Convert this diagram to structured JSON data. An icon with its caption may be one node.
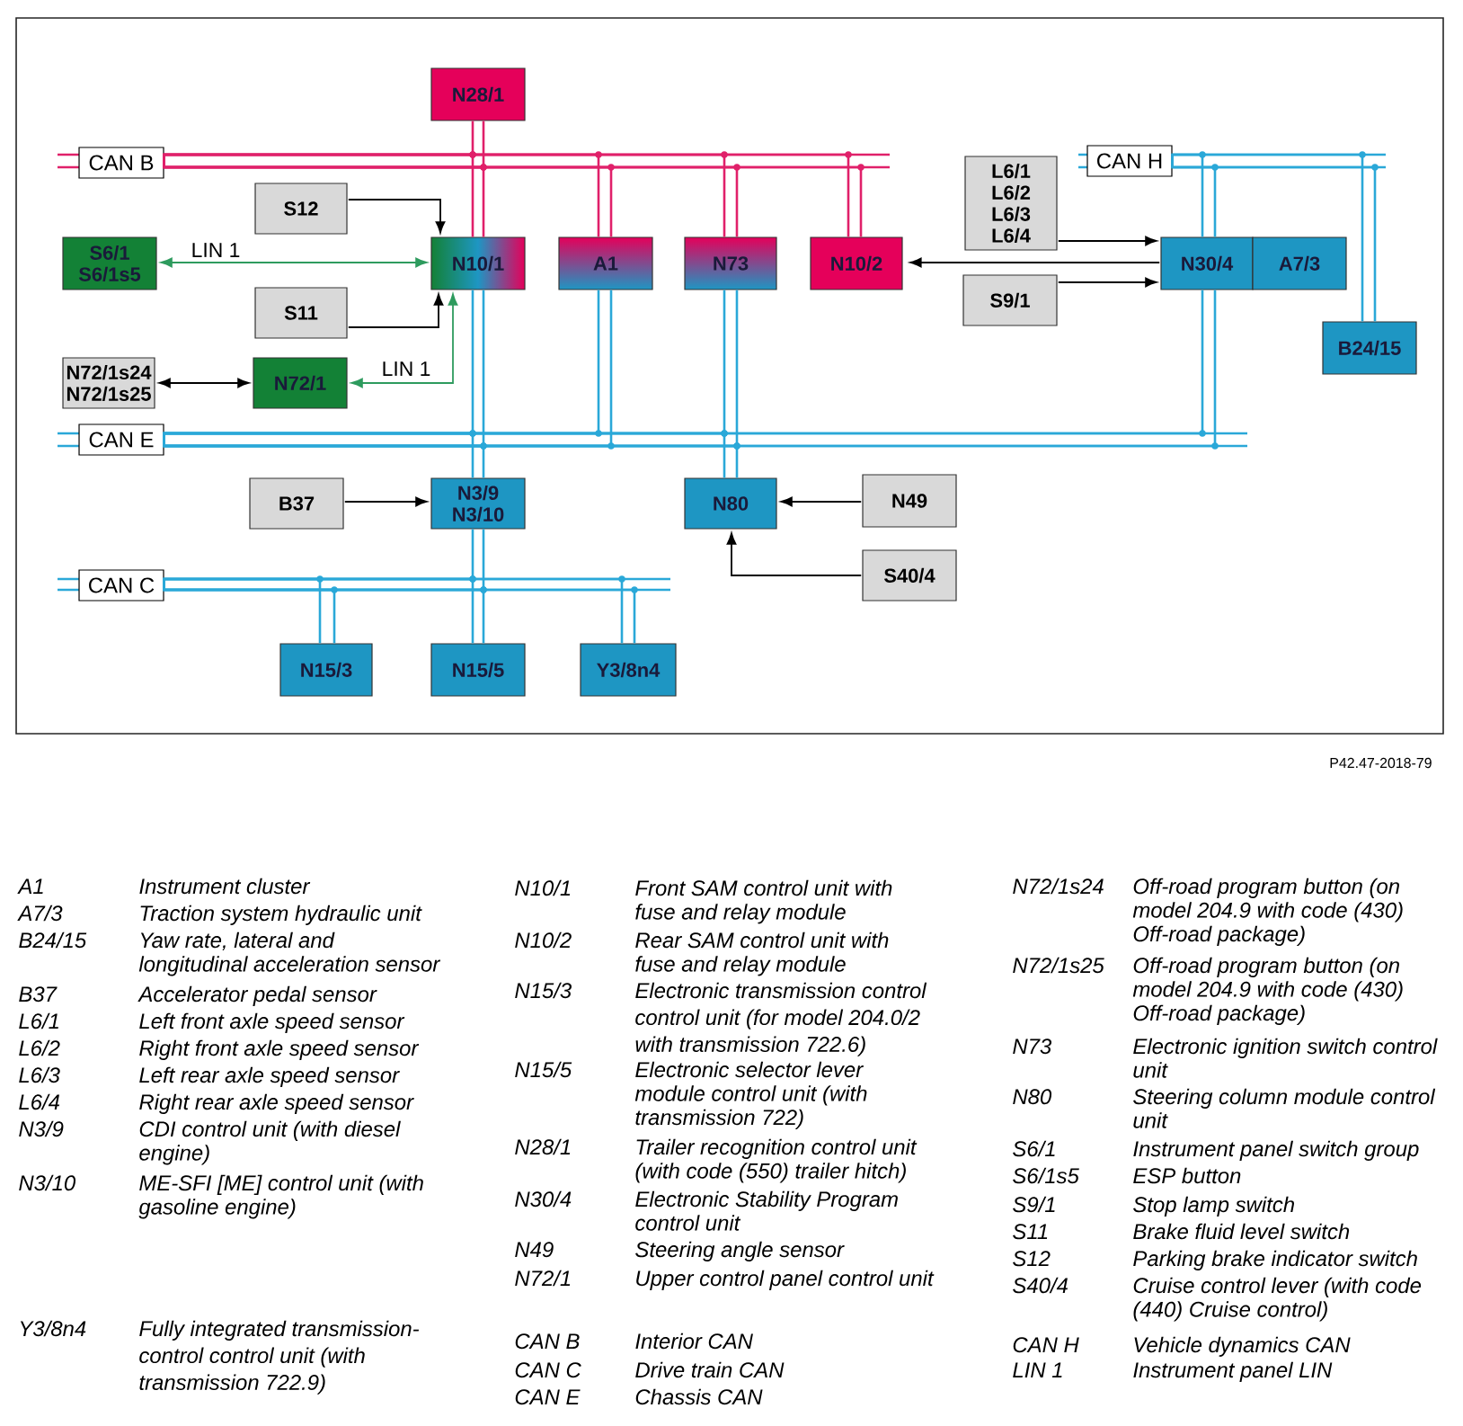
{
  "diagram": {
    "nodes": [
      {
        "text": [
          "N28/1"
        ]
      },
      {
        "text": [
          "CAN B"
        ]
      },
      {
        "text": [
          "S12"
        ]
      },
      {
        "text": [
          "S6/1",
          "S6/1s5"
        ]
      },
      {
        "text": [
          "N10/1"
        ]
      },
      {
        "text": [
          "A1"
        ]
      },
      {
        "text": [
          "N73"
        ]
      },
      {
        "text": [
          "N10/2"
        ]
      },
      {
        "text": [
          "L6/1",
          "L6/2",
          "L6/3",
          "L6/4"
        ]
      },
      {
        "text": [
          "CAN H"
        ]
      },
      {
        "text": [
          "N30/4"
        ]
      },
      {
        "text": [
          "A7/3"
        ]
      },
      {
        "text": [
          "S9/1"
        ]
      },
      {
        "text": [
          "S11"
        ]
      },
      {
        "text": [
          "B24/15"
        ]
      },
      {
        "text": [
          "N72/1s24",
          "N72/1s25"
        ]
      },
      {
        "text": [
          "N72/1"
        ]
      },
      {
        "text": [
          "CAN E"
        ]
      },
      {
        "text": [
          "B37"
        ]
      },
      {
        "text": [
          "N3/9",
          "N3/10"
        ]
      },
      {
        "text": [
          "N80"
        ]
      },
      {
        "text": [
          "N49"
        ]
      },
      {
        "text": [
          "S40/4"
        ]
      },
      {
        "text": [
          "CAN C"
        ]
      },
      {
        "text": [
          "N15/3"
        ]
      },
      {
        "text": [
          "N15/5"
        ]
      },
      {
        "text": [
          "Y3/8n4"
        ]
      }
    ],
    "edges": [
      {
        "from": 0,
        "to": 1,
        "arrow": "none",
        "color": "#e0206a"
      },
      {
        "from": 4,
        "to": 1,
        "arrow": "none",
        "color": "#e0206a"
      },
      {
        "from": 5,
        "to": 1,
        "arrow": "none",
        "color": "#e0206a"
      },
      {
        "from": 6,
        "to": 1,
        "arrow": "none",
        "color": "#e0206a"
      },
      {
        "from": 7,
        "to": 1,
        "arrow": "none",
        "color": "#e0206a"
      },
      {
        "from": 2,
        "to": 4,
        "arrow": "to",
        "color": "#000000"
      },
      {
        "from": 3,
        "to": 4,
        "arrow": "both",
        "label": "LIN 1",
        "color": "#2e9b5e"
      },
      {
        "from": 13,
        "to": 4,
        "arrow": "to",
        "color": "#000000"
      },
      {
        "from": 15,
        "to": 16,
        "arrow": "both",
        "color": "#000000"
      },
      {
        "from": 16,
        "to": 4,
        "arrow": "both",
        "label": "LIN 1",
        "color": "#2e9b5e"
      },
      {
        "from": 10,
        "to": 7,
        "arrow": "to",
        "color": "#000000"
      },
      {
        "from": 8,
        "to": 10,
        "arrow": "to",
        "color": "#000000"
      },
      {
        "from": 12,
        "to": 10,
        "arrow": "to",
        "color": "#000000"
      },
      {
        "from": 10,
        "to": 9,
        "arrow": "none"
      },
      {
        "from": 14,
        "to": 9,
        "arrow": "none"
      },
      {
        "from": 4,
        "to": 17,
        "arrow": "none"
      },
      {
        "from": 5,
        "to": 17,
        "arrow": "none"
      },
      {
        "from": 6,
        "to": 17,
        "arrow": "none"
      },
      {
        "from": 10,
        "to": 17,
        "arrow": "none"
      },
      {
        "from": 19,
        "to": 17,
        "arrow": "none"
      },
      {
        "from": 20,
        "to": 17,
        "arrow": "none"
      },
      {
        "from": 18,
        "to": 19,
        "arrow": "to",
        "color": "#000000"
      },
      {
        "from": 21,
        "to": 20,
        "arrow": "to",
        "color": "#000000"
      },
      {
        "from": 22,
        "to": 20,
        "arrow": "to",
        "color": "#000000"
      },
      {
        "from": 19,
        "to": 23,
        "arrow": "none"
      },
      {
        "from": 24,
        "to": 23,
        "arrow": "none"
      },
      {
        "from": 25,
        "to": 23,
        "arrow": "none"
      },
      {
        "from": 26,
        "to": 23,
        "arrow": "none"
      }
    ],
    "labels": [
      "P42.47-2018-79",
      "A1",
      "Instrument cluster",
      "A7/3",
      "Traction system hydraulic unit",
      "B24/15",
      "Yaw rate, lateral and longitudinal acceleration sensor",
      "B37",
      "Accelerator pedal sensor",
      "L6/1",
      "Left front axle speed sensor",
      "L6/2",
      "Right front axle speed sensor",
      "L6/3",
      "Left rear axle speed sensor",
      "L6/4",
      "Right rear axle speed sensor",
      "N3/9",
      "CDI control unit (with diesel engine)",
      "N3/10",
      "ME-SFI [ME] control unit (with gasoline engine)",
      "Y3/8n4",
      "Fully integrated transmission-control control unit (with transmission 722.9)",
      "N10/1",
      "Front SAM control unit with fuse and relay module",
      "N10/2",
      "Rear SAM control unit with fuse and relay module",
      "N15/3",
      "Electronic transmission control control unit (for model 204.0/2 with transmission 722.6)",
      "N15/5",
      "Electronic selector lever module control unit (with transmission 722)",
      "N28/1",
      "Trailer recognition control unit (with code (550) trailer hitch)",
      "N30/4",
      "Electronic Stability Program control unit",
      "N49",
      "Steering angle sensor",
      "N72/1",
      "Upper control panel control unit",
      "CAN B",
      "Interior CAN",
      "CAN C",
      "Drive train CAN",
      "CAN E",
      "Chassis CAN",
      "N72/1s24",
      "Off-road program button (on model 204.9 with code (430) Off-road package)",
      "N72/1s25",
      "Off-road program button (on model 204.9 with code (430) Off-road package)",
      "N73",
      "Electronic ignition switch control unit",
      "N80",
      "Steering column module control unit",
      "S6/1",
      "Instrument panel switch group",
      "S6/1s5",
      "ESP button",
      "S9/1",
      "Stop lamp switch",
      "S11",
      "Brake fluid level switch",
      "S12",
      "Parking brake indicator switch",
      "S40/4",
      "Cruise control lever (with code (440) Cruise control)",
      "CAN H",
      "Vehicle dynamics CAN",
      "LIN 1",
      "Instrument panel LIN"
    ]
  }
}
